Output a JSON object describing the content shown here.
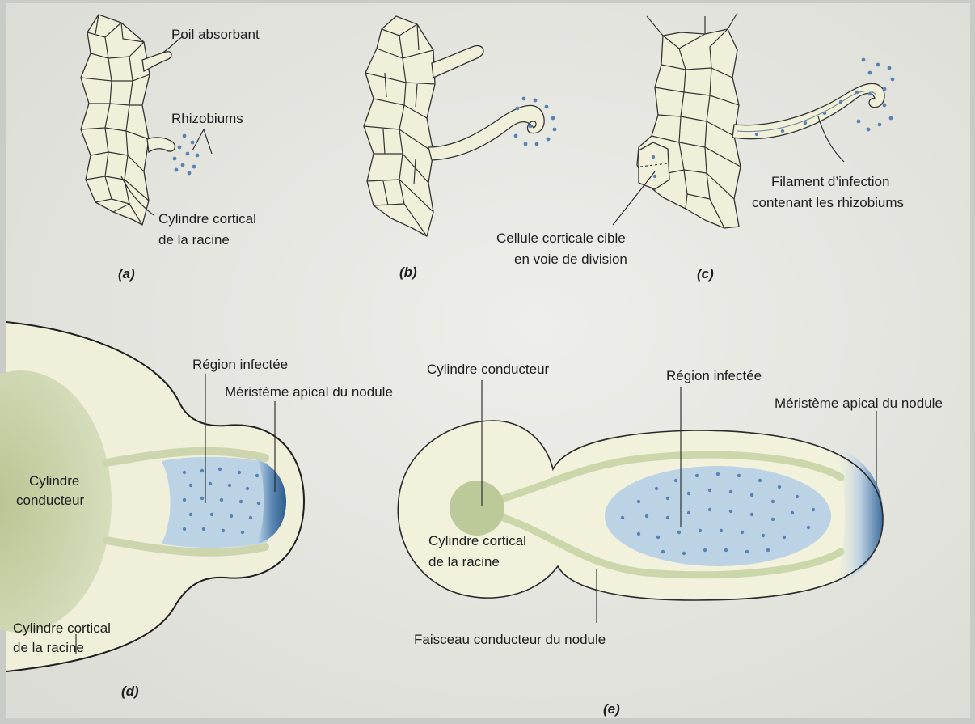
{
  "colors": {
    "page": "#eaeae6",
    "cell_fill": "#f0f0da",
    "stele_green": "#bcc99a",
    "infected_blue": "#bcd3e6",
    "meristem_blue": "#3f6f9f",
    "bacteria_dot": "#5a82b4",
    "outline": "#333333"
  },
  "panel_a": {
    "caption": "(a)",
    "root_hair_label": "Poil absorbant",
    "rhizobia_label": "Rhizobiums",
    "cortex_label_line1": "Cylindre cortical",
    "cortex_label_line2": "de la racine"
  },
  "panel_b": {
    "caption": "(b)"
  },
  "panel_c": {
    "caption": "(c)",
    "thread_label_line1": "Filament d’infection",
    "thread_label_line2": "contenant les rhizobiums",
    "target_cell_line1": "Cellule corticale cible",
    "target_cell_line2": "en voie de division"
  },
  "panel_d": {
    "caption": "(d)",
    "infected_label": "Région infectée",
    "meristem_label": "Méristème apical du nodule",
    "stele_label_line1": "Cylindre",
    "stele_label_line2": "conducteur",
    "cortex_label_line1": "Cylindre cortical",
    "cortex_label_line2": "de la racine"
  },
  "panel_e": {
    "caption": "(e)",
    "stele_label": "Cylindre conducteur",
    "infected_label": "Région infectée",
    "meristem_label": "Méristème apical du nodule",
    "cortex_label_line1": "Cylindre cortical",
    "cortex_label_line2": "de la racine",
    "bundle_label": "Faisceau conducteur du nodule"
  }
}
